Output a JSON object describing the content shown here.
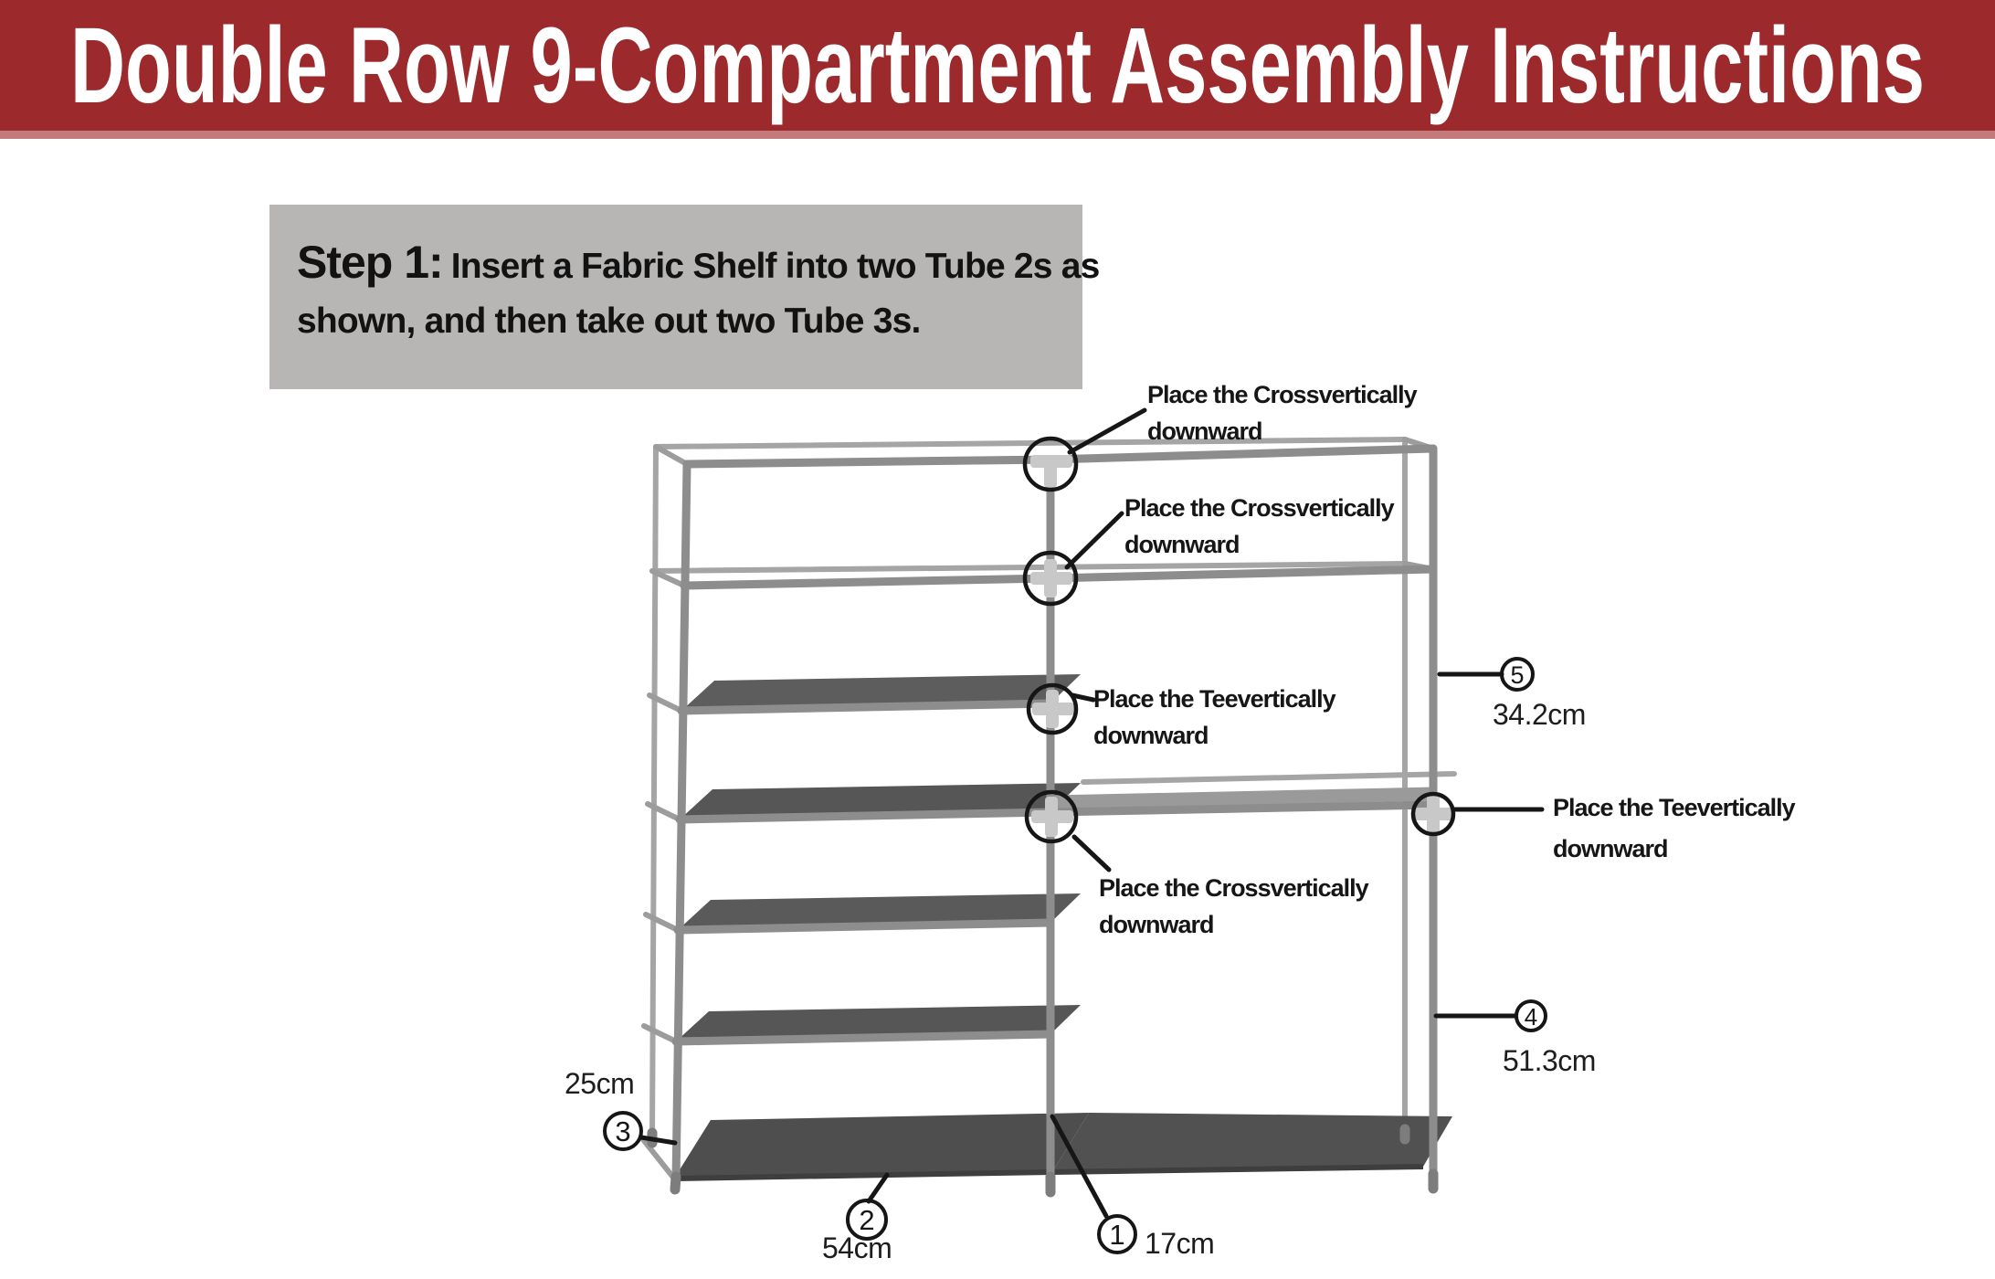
{
  "banner": {
    "title": "Double Row 9-Compartment Assembly Instructions",
    "bg_color": "#9c292c",
    "strip_color": "#c27a7a",
    "text_color": "#ffffff"
  },
  "step": {
    "label": "Step 1:",
    "line1": "Insert a Fabric Shelf into two Tube 2s as",
    "line2": "shown, and then take out two Tube 3s.",
    "bg_color": "#b7b6b4"
  },
  "annotations": [
    {
      "id": "cross-top",
      "line1": "Place the Crossvertically",
      "line2": "downward"
    },
    {
      "id": "cross-upper",
      "line1": "Place the Crossvertically",
      "line2": "downward"
    },
    {
      "id": "tee-middle",
      "line1": "Place the Teevertically",
      "line2": "downward"
    },
    {
      "id": "cross-middle",
      "line1": "Place the Crossvertically",
      "line2": "downward"
    },
    {
      "id": "tee-right",
      "line1": "Place the Teevertically",
      "line2": "downward"
    }
  ],
  "parts": [
    {
      "number": "5",
      "dimension": "34.2cm"
    },
    {
      "number": "4",
      "dimension": "51.3cm"
    },
    {
      "number": "3",
      "dimension": "25cm"
    },
    {
      "number": "2",
      "dimension": "54cm"
    },
    {
      "number": "1",
      "dimension": "17cm"
    }
  ],
  "colors": {
    "tube_front": "#8d8d8d",
    "tube_back": "#a5a5a5",
    "fabric_shelf": "#565656",
    "fabric_bottom": "#4e4e4e",
    "joint_connector": "#c8c8c8",
    "ink": "#161616"
  }
}
